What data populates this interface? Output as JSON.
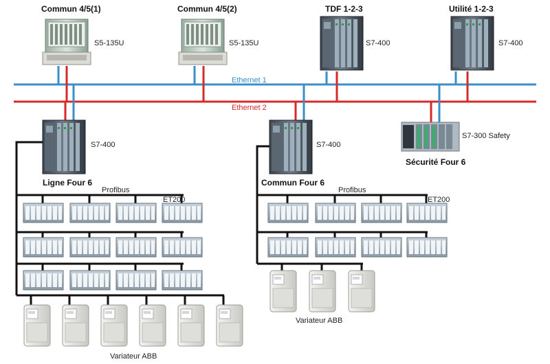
{
  "networks": {
    "ethernet1": {
      "label": "Ethernet 1",
      "color": "#3a8fc9"
    },
    "ethernet2": {
      "label": "Ethernet 2",
      "color": "#d62a2a"
    },
    "profibus_color": "#111111"
  },
  "top_stations": [
    {
      "title": "Commun 4/5(1)",
      "model": "S5-135U",
      "kind": "s5"
    },
    {
      "title": "Commun 4/5(2)",
      "model": "S5-135U",
      "kind": "s5"
    },
    {
      "title": "TDF 1-2-3",
      "model": "S7-400",
      "kind": "s7"
    },
    {
      "title": "Utilité 1-2-3",
      "model": "S7-400",
      "kind": "s7"
    }
  ],
  "lower_stations": [
    {
      "title": "Ligne Four 6",
      "model": "S7-400"
    },
    {
      "title": "Commun Four 6",
      "model": "S7-400"
    },
    {
      "title": "Sécurité Four 6",
      "model": "S7-300 Safety"
    }
  ],
  "left_group": {
    "bus_label": "Profibus",
    "io_label": "ET200",
    "io_rows": 3,
    "io_per_row": 4,
    "drive_count": 6,
    "drive_label": "Variateur ABB"
  },
  "right_group": {
    "bus_label": "Profibus",
    "io_label": "ET200",
    "io_rows": 2,
    "io_per_row": 4,
    "drive_count": 3,
    "drive_label": "Variateur ABB"
  }
}
